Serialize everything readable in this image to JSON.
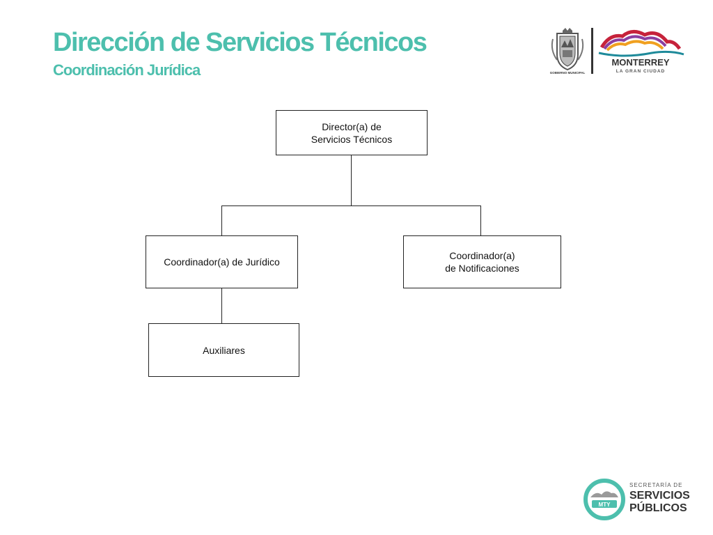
{
  "header": {
    "title": "Dirección de Servicios Técnicos",
    "subtitle": "Coordinación Jurídica"
  },
  "org_chart": {
    "director": {
      "line1": "Director(a) de",
      "line2": "Servicios Técnicos"
    },
    "coord_juridico": {
      "line1": "Coordinador(a) de  Jurídico"
    },
    "coord_notificaciones": {
      "line1": "Coordinador(a)",
      "line2": "de Notificaciones"
    },
    "auxiliares": {
      "line1": "Auxiliares"
    }
  },
  "logos": {
    "gobierno_caption": "GOBIERNO MUNICIPAL",
    "monterrey_name": "MONTERREY",
    "monterrey_tagline": "LA GRAN CIUDAD",
    "secretaria_line1": "SECRETARÍA DE",
    "secretaria_line2": "SERVICIOS",
    "secretaria_line3": "PÚBLICOS",
    "mty_badge": "MTY"
  },
  "colors": {
    "accent": "#4dbfad",
    "box_border": "#222222",
    "monterrey_red": "#c6223b"
  }
}
